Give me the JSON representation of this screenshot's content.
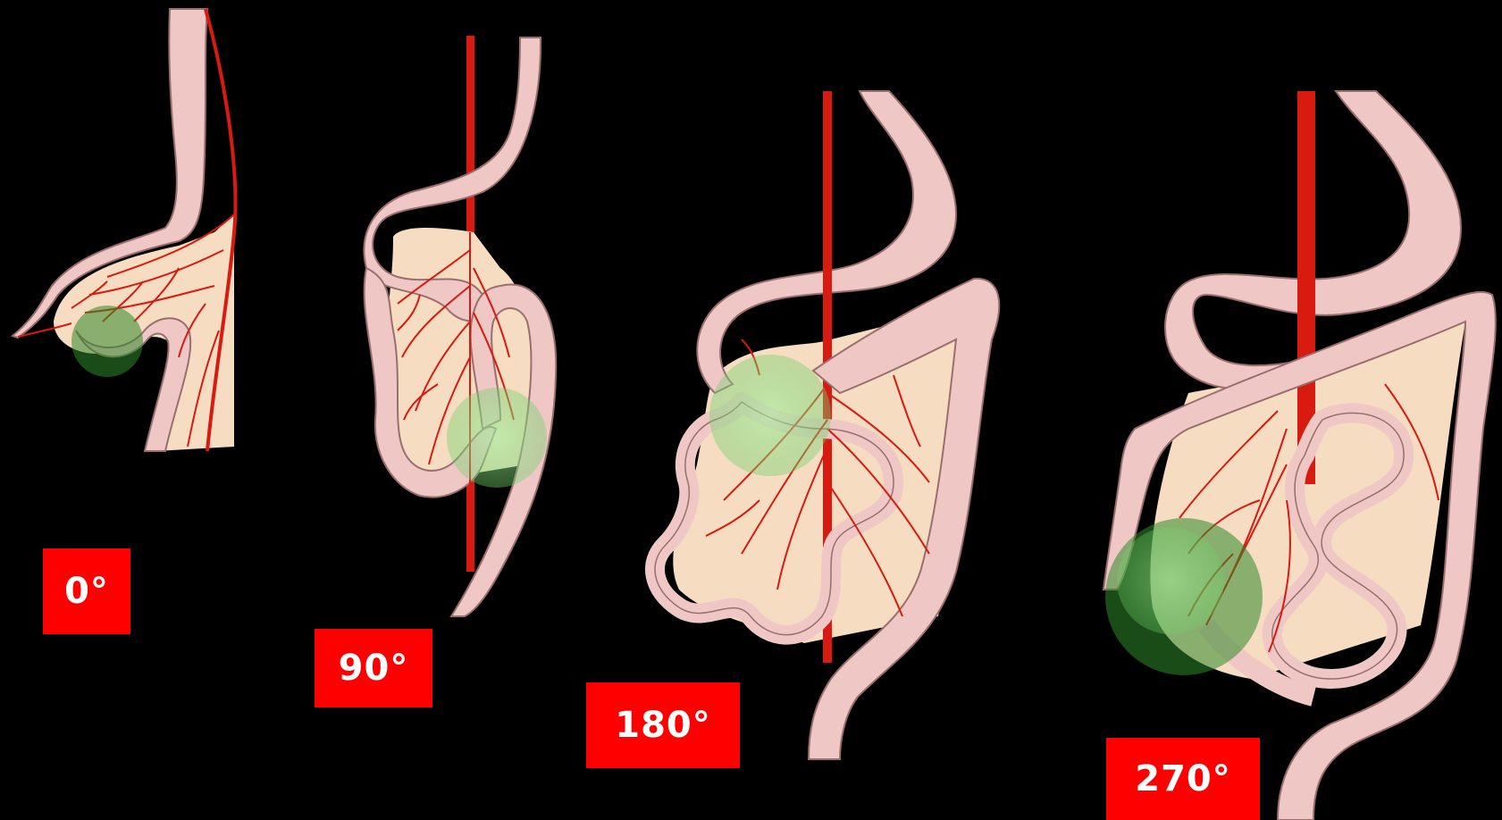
{
  "stages": [
    {
      "id": "stage-0",
      "label": "0°"
    },
    {
      "id": "stage-90",
      "label": "90°"
    },
    {
      "id": "stage-180",
      "label": "180°"
    },
    {
      "id": "stage-270",
      "label": "270°"
    }
  ],
  "colors": {
    "background": "#000000",
    "label_bg": "#ff0000",
    "label_text": "#ffffff",
    "gut_wall": "#efc8c6",
    "gut_outline": "#9a6e6e",
    "mesentery": "#f6dcc0",
    "vessel": "#d81a10",
    "cecum_highlight": "#8fe08a"
  }
}
